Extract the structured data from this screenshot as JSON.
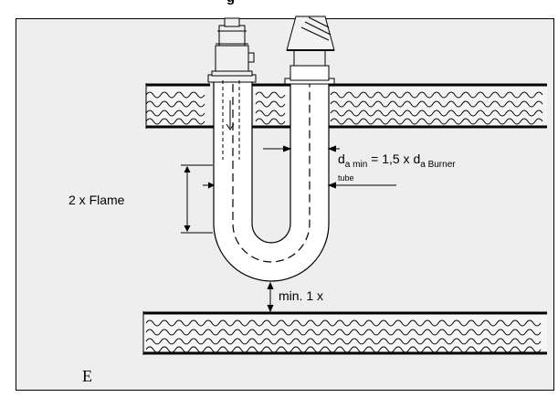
{
  "title_fragment": "g",
  "labels": {
    "flame_length": "2 x Flame",
    "d_a": "d",
    "d_a_min_sub": "a min",
    "equals": " = 1,5 x d",
    "burner_sub": "a Burner",
    "tube": "tube",
    "min_distance": "min. 1 x",
    "corner_letter": "E"
  },
  "colors": {
    "panel_background": "#eeeeee",
    "frame": "#000000",
    "tube_fill": "#ffffff"
  }
}
